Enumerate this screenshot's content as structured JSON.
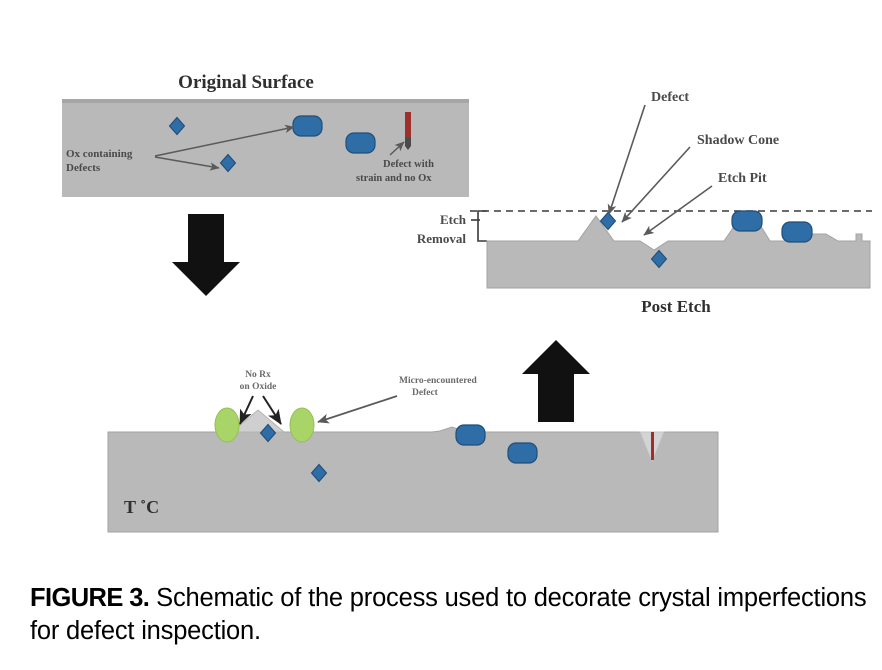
{
  "figure": {
    "caption_label": "FIGURE 3.",
    "caption_text": " Schematic of the process used to decorate crystal imperfections for defect inspection."
  },
  "panels": {
    "original": {
      "title": "Original Surface",
      "labels": {
        "ox_defects_line1": "Ox containing",
        "ox_defects_line2": "Defects",
        "strain_defect_line1": "Defect with",
        "strain_defect_line2": "strain and no Ox"
      }
    },
    "etch": {
      "title": "Post Etch",
      "labels": {
        "defect": "Defect",
        "shadow_cone": "Shadow Cone",
        "etch_pit": "Etch Pit",
        "etch_removal_line1": "Etch",
        "etch_removal_line2": "Removal"
      }
    },
    "decoration": {
      "labels": {
        "no_rx_line1": "No Rx",
        "no_rx_line2": "on Oxide",
        "micro_masked_line1": "Micro-encountered",
        "micro_masked_line2": "Defect",
        "temperature": "T ˚C"
      }
    }
  },
  "flow": {
    "arrow_down": "down-arrow",
    "arrow_up": "up-arrow"
  },
  "colors": {
    "substrate": "#b9b9b9",
    "substrate_edge": "#8e8e8e",
    "defect_blue": "#2f6da6",
    "defect_blue_dark": "#1f4e7a",
    "oxide_green": "#a9d468",
    "strain_red": "#9e2f2f",
    "arrow_black": "#111111",
    "leader_gray": "#5a5a5a",
    "text_dark": "#2f2f2f",
    "background": "#ffffff"
  }
}
